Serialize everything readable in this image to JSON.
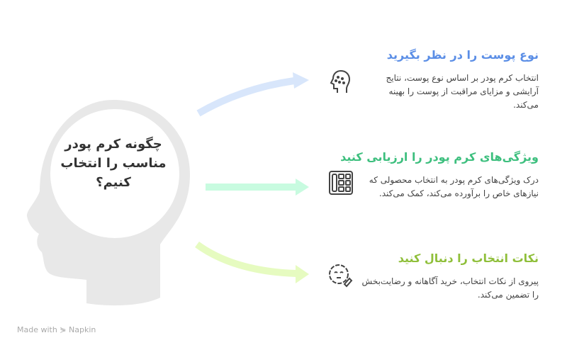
{
  "center": {
    "title": "چگونه کرم پودر مناسب را انتخاب کنیم؟"
  },
  "items": [
    {
      "title": "نوع پوست را در نظر بگیرید",
      "description": "انتخاب کرم پودر بر اساس نوع پوست، نتایج آرایشی و مزایای مراقبت از پوست را بهینه می‌کند.",
      "color": "#5b8ee6",
      "icon": "face-skin-icon"
    },
    {
      "title": "ویژگی‌های کرم پودر را ارزیابی کنید",
      "description": "درک ویژگی‌های کرم پودر به انتخاب محصولی که نیازهای خاص را برآورده می‌کند، کمک می‌کند.",
      "color": "#3dbf7e",
      "icon": "makeup-palette-icon"
    },
    {
      "title": "نکات انتخاب را دنبال کنید",
      "description": "پیروی از نکات انتخاب، خرید آگاهانه و رضایت‌بخش را تضمین می‌کند.",
      "color": "#8fbf3a",
      "icon": "face-brush-icon"
    }
  ],
  "footer": {
    "text": "Made with ⋟ Napkin"
  }
}
